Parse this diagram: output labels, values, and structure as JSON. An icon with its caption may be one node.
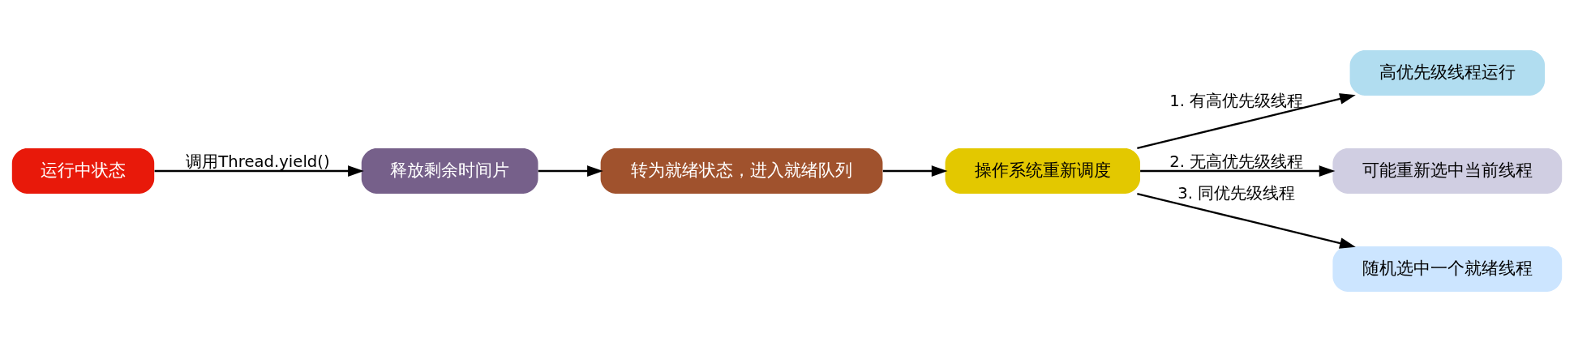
{
  "diagram": {
    "nodes": [
      {
        "text": [
          "运行中状态"
        ]
      },
      {
        "text": [
          "释放剩余时间片"
        ]
      },
      {
        "text": [
          "转为就绪状态，进入就绪队列"
        ]
      },
      {
        "text": [
          "操作系统重新调度"
        ]
      },
      {
        "text": [
          "高优先级线程运行"
        ]
      },
      {
        "text": [
          "可能重新选中当前线程"
        ]
      },
      {
        "text": [
          "随机选中一个就绪线程"
        ]
      }
    ],
    "edges": [
      {
        "from": 0,
        "to": 1,
        "arrow": "to",
        "label": "调用Thread.yield()"
      },
      {
        "from": 1,
        "to": 2,
        "arrow": "to"
      },
      {
        "from": 2,
        "to": 3,
        "arrow": "to"
      },
      {
        "from": 3,
        "to": 4,
        "arrow": "to",
        "label": "1. 有高优先级线程"
      },
      {
        "from": 3,
        "to": 5,
        "arrow": "to",
        "label": "2. 无高优先级线程"
      },
      {
        "from": 3,
        "to": 6,
        "arrow": "to",
        "label": "3. 同优先级线程"
      }
    ]
  }
}
